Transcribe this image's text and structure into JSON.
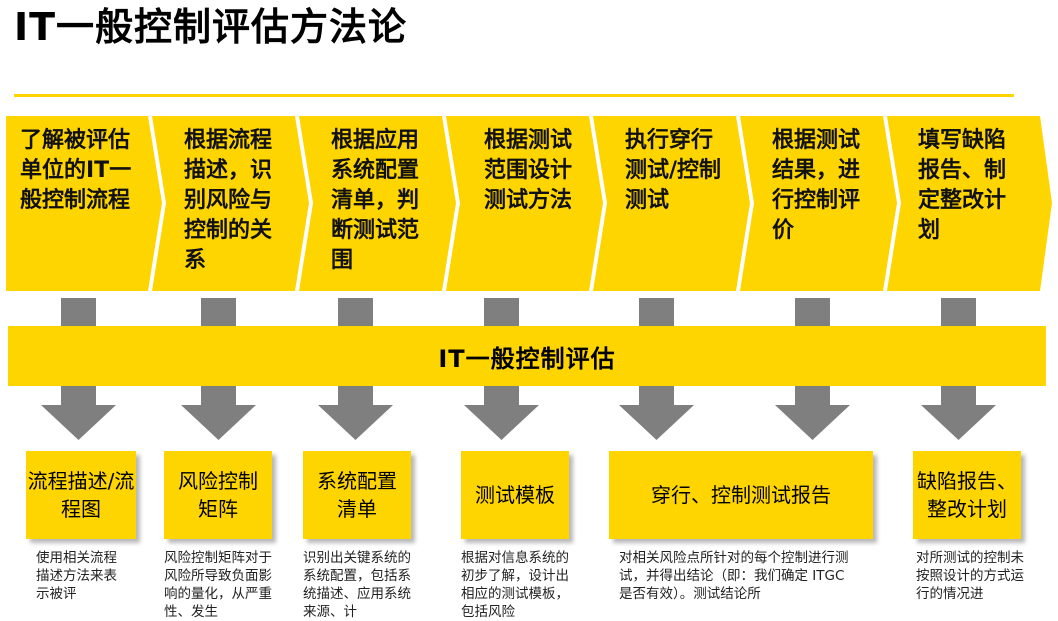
{
  "title": "IT一般控制评估方法论",
  "steps": [
    "了解被评估单位的IT一般控制流程",
    "根据流程描述，识别风险与控制的关系",
    "根据应用系统配置清单，判断测试范围",
    "根据测试范围设计测试方法",
    "执行穿行测试/控制测试",
    "根据测试结果，进行控制评价",
    "填写缺陷报告、制定整改计划"
  ],
  "band_label": "IT一般控制评估",
  "outputs": [
    "流程描述/流程图",
    "风险控制矩阵",
    "系统配置清单",
    "测试模板",
    "穿行、控制测试报告",
    "缺陷报告、整改计划"
  ],
  "descriptions": [
    "使用相关流程描述方法来表示被评",
    "风险控制矩阵对于风险所导致负面影响的量化，从严重性、发生",
    "识别出关键系统的系统配置，包括系统描述、应用系统来源、计",
    "根据对信息系统的初步了解，设计出相应的测试模板，包括风险",
    "对相关风险点所针对的每个控制进行测试，并得出结论（即：我们确定 ITGC 是否有效）。测试结论所",
    "对所测试的控制未按照设计的方式运行的情况进"
  ],
  "colors": {
    "accent": "#ffd500",
    "arrow": "#7f7f7f"
  }
}
